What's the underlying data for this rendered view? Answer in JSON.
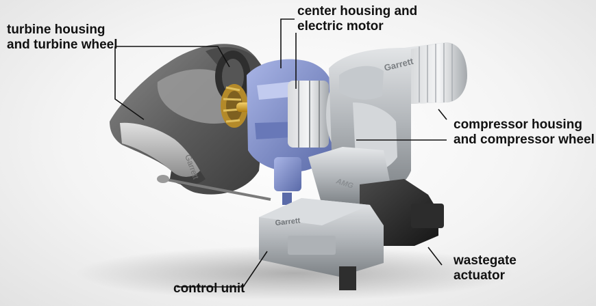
{
  "labels": {
    "turbine": [
      "turbine housing",
      "and turbine wheel"
    ],
    "center": [
      "center housing and",
      "electric motor"
    ],
    "compressor": [
      "compressor housing",
      "and compressor wheel"
    ],
    "wastegate": [
      "wastegate",
      "actuator"
    ],
    "control": [
      "control unit"
    ]
  },
  "branding": {
    "compressor_logo": "Garrett",
    "control_logo": "Garrett",
    "turbine_cast": "Garrett",
    "amg_mark": "AMG"
  },
  "colors": {
    "background": "#f2f2f2",
    "aluminium": "#b9bcc0",
    "cast_iron": "#6e6e6e",
    "motor_blue": "#7f8fc9",
    "shaft_gold": "#d9a92a",
    "actuator_black": "#2a2a2a",
    "text": "#111111"
  }
}
